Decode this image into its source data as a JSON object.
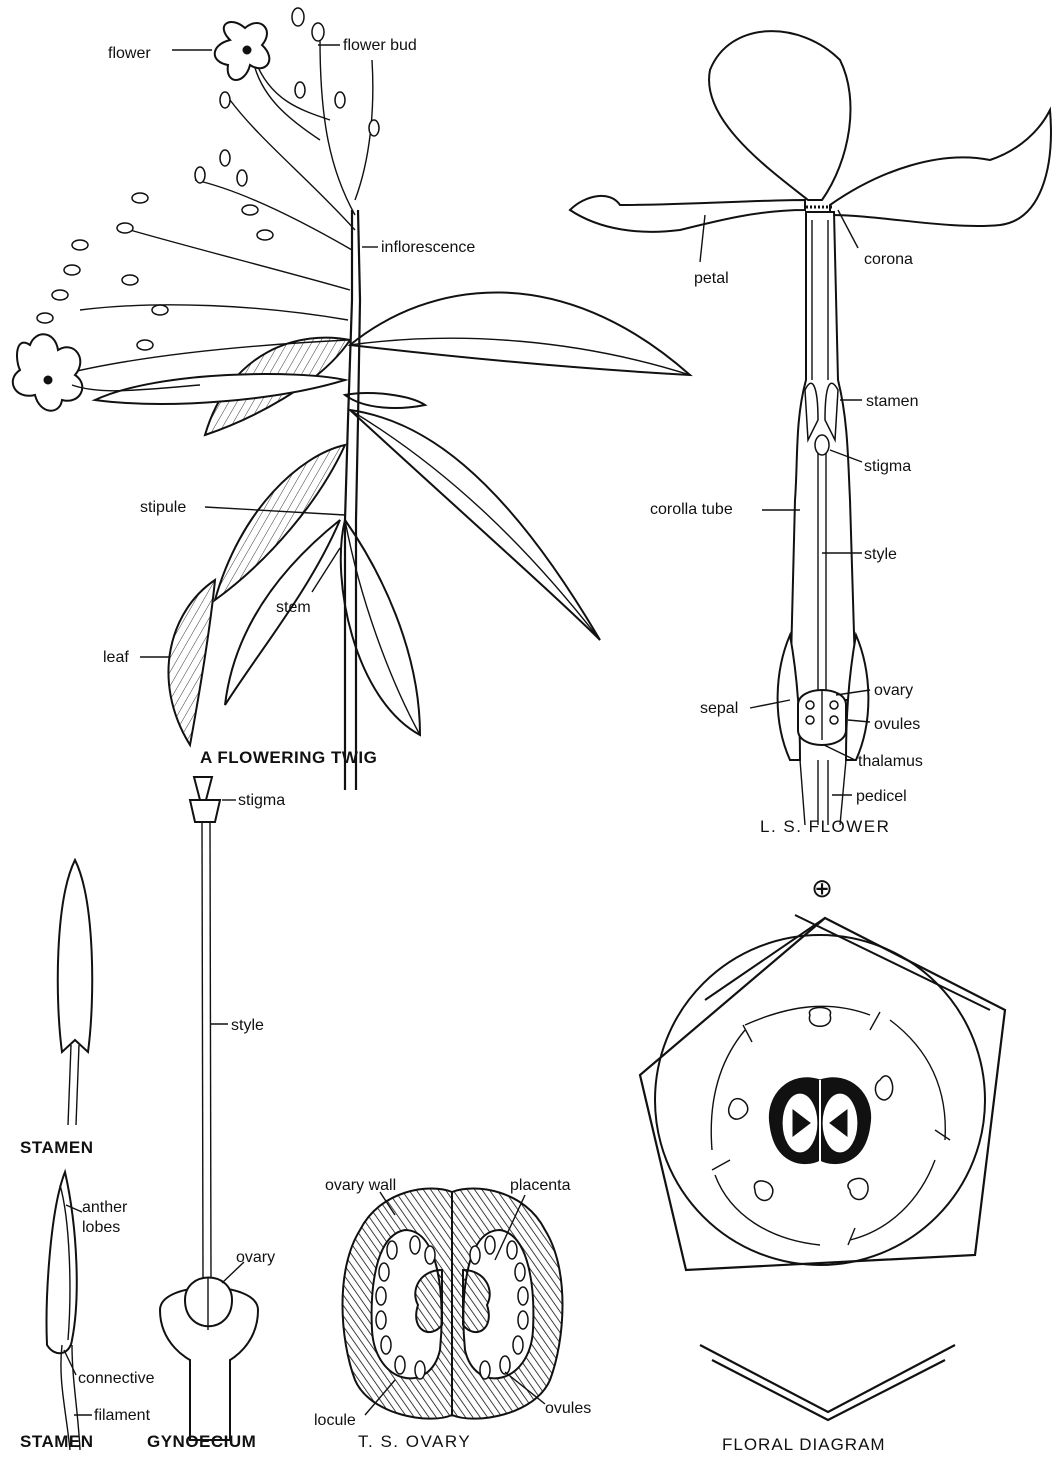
{
  "twig": {
    "caption": "A FLOWERING TWIG",
    "labels": {
      "flower": "flower",
      "flower_bud": "flower bud",
      "inflorescence": "inflorescence",
      "stipule": "stipule",
      "stem": "stem",
      "leaf": "leaf"
    }
  },
  "ls_flower": {
    "caption": "L. S. FLOWER",
    "symbol": "⊕",
    "labels": {
      "petal": "petal",
      "corona": "corona",
      "stamen": "stamen",
      "stigma": "stigma",
      "corolla_tube": "corolla tube",
      "style": "style",
      "ovary": "ovary",
      "sepal": "sepal",
      "ovules": "ovules",
      "thalamus": "thalamus",
      "pedicel": "pedicel"
    }
  },
  "stamen_top": {
    "caption": "STAMEN"
  },
  "stamen_bottom": {
    "caption": "STAMEN",
    "labels": {
      "anther_lobes_1": "anther",
      "anther_lobes_2": "lobes",
      "connective": "connective",
      "filament": "filament"
    }
  },
  "gynoecium": {
    "caption": "GYNOECIUM",
    "labels": {
      "stigma": "stigma",
      "style": "style",
      "ovary": "ovary"
    }
  },
  "ts_ovary": {
    "caption": "T. S. OVARY",
    "labels": {
      "ovary_wall": "ovary wall",
      "placenta": "placenta",
      "locule": "locule",
      "ovules": "ovules"
    }
  },
  "floral_diagram": {
    "caption": "FLORAL DIAGRAM"
  }
}
